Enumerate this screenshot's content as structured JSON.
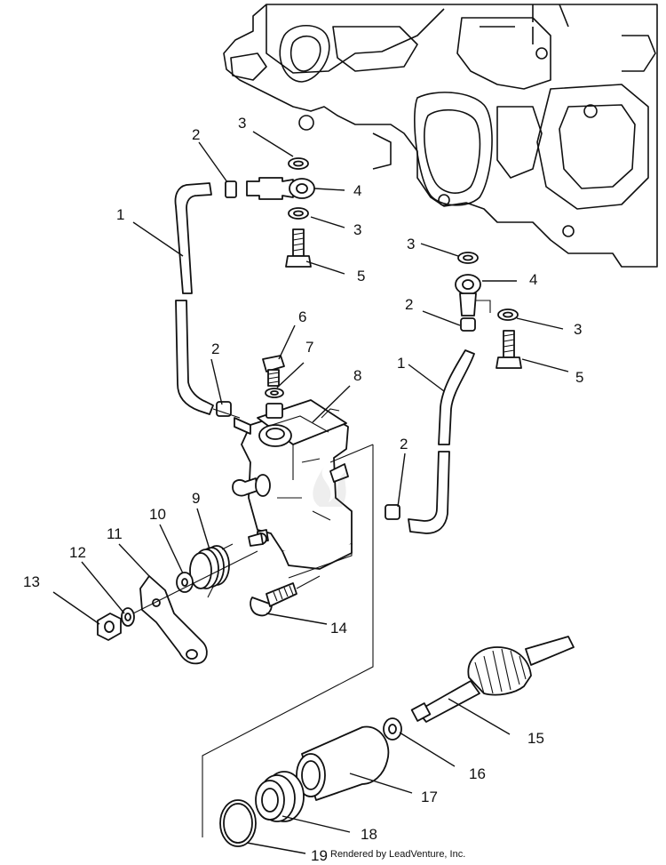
{
  "callouts": [
    {
      "id": "1a",
      "text": "1"
    },
    {
      "id": "1b",
      "text": "1"
    },
    {
      "id": "2a",
      "text": "2"
    },
    {
      "id": "2b",
      "text": "2"
    },
    {
      "id": "2c",
      "text": "2"
    },
    {
      "id": "2d",
      "text": "2"
    },
    {
      "id": "3a",
      "text": "3"
    },
    {
      "id": "3b",
      "text": "3"
    },
    {
      "id": "3c",
      "text": "3"
    },
    {
      "id": "3d",
      "text": "3"
    },
    {
      "id": "4a",
      "text": "4"
    },
    {
      "id": "4b",
      "text": "4"
    },
    {
      "id": "5a",
      "text": "5"
    },
    {
      "id": "5b",
      "text": "5"
    },
    {
      "id": "6",
      "text": "6"
    },
    {
      "id": "7",
      "text": "7"
    },
    {
      "id": "8",
      "text": "8"
    },
    {
      "id": "9",
      "text": "9"
    },
    {
      "id": "10",
      "text": "10"
    },
    {
      "id": "11",
      "text": "11"
    },
    {
      "id": "12",
      "text": "12"
    },
    {
      "id": "13",
      "text": "13"
    },
    {
      "id": "14",
      "text": "14"
    },
    {
      "id": "15",
      "text": "15"
    },
    {
      "id": "16",
      "text": "16"
    },
    {
      "id": "17",
      "text": "17"
    },
    {
      "id": "18",
      "text": "18"
    },
    {
      "id": "19",
      "text": "19"
    }
  ],
  "credit": "Rendered by LeadVenture, Inc.",
  "colors": {
    "ink": "#111111",
    "paper": "#ffffff"
  }
}
